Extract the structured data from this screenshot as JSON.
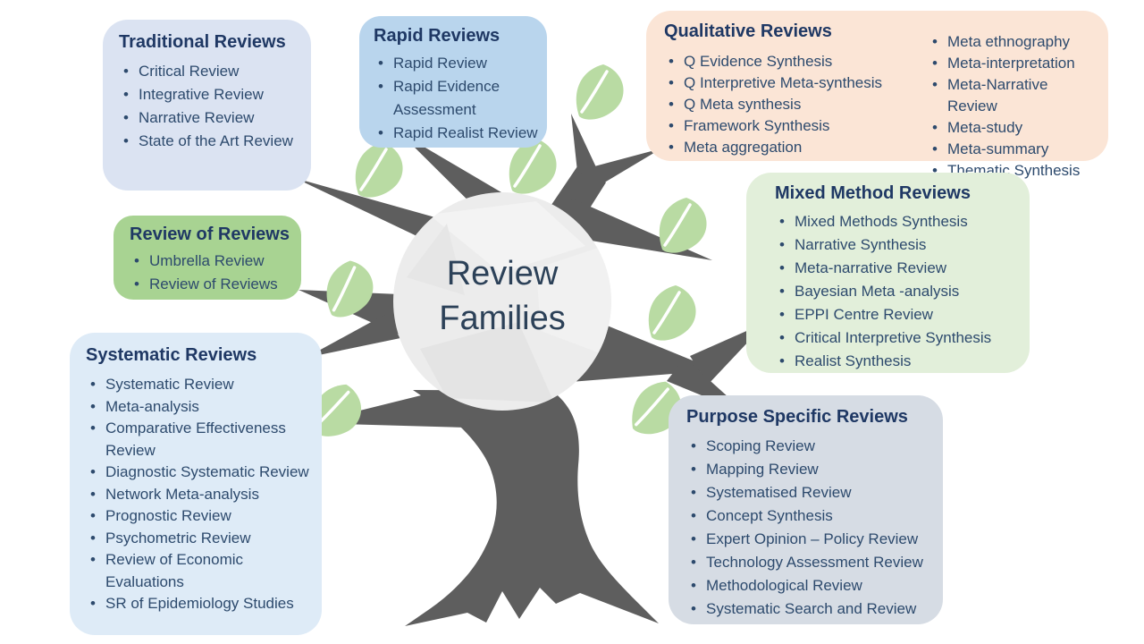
{
  "center": {
    "title": "Review Families"
  },
  "boxes": {
    "traditional": {
      "title": "Traditional Reviews",
      "items": [
        "Critical Review",
        "Integrative Review",
        "Narrative Review",
        "State of the Art Review"
      ]
    },
    "rapid": {
      "title": "Rapid Reviews",
      "items": [
        "Rapid Review",
        "Rapid Evidence Assessment",
        "Rapid Realist Review"
      ]
    },
    "qualitative": {
      "title": "Qualitative Reviews",
      "items_left": [
        "Q Evidence Synthesis",
        "Q Interpretive Meta-synthesis",
        "Q Meta synthesis",
        "Framework Synthesis",
        "Meta aggregation"
      ],
      "items_right": [
        "Meta ethnography",
        "Meta-interpretation",
        "Meta-Narrative Review",
        "Meta-study",
        "Meta-summary",
        "Thematic Synthesis"
      ]
    },
    "review_of_reviews": {
      "title": "Review of Reviews",
      "items": [
        "Umbrella Review",
        "Review of Reviews"
      ]
    },
    "mixed": {
      "title": "Mixed Method Reviews",
      "items": [
        "Mixed Methods Synthesis",
        "Narrative Synthesis",
        "Meta-narrative Review",
        "Bayesian Meta -analysis",
        "EPPI Centre Review",
        "Critical Interpretive Synthesis",
        "Realist Synthesis"
      ]
    },
    "systematic": {
      "title": "Systematic Reviews",
      "items": [
        "Systematic Review",
        "Meta-analysis",
        "Comparative Effectiveness Review",
        "Diagnostic Systematic Review",
        "Network Meta-analysis",
        "Prognostic Review",
        "Psychometric Review",
        "Review of Economic Evaluations",
        "SR of Epidemiology Studies"
      ]
    },
    "purpose": {
      "title": "Purpose Specific Reviews",
      "items": [
        "Scoping Review",
        "Mapping Review",
        "Systematised Review",
        "Concept Synthesis",
        "Expert Opinion – Policy Review",
        "Technology Assessment Review",
        "Methodological Review",
        "Systematic Search and Review"
      ]
    }
  },
  "colors": {
    "traditional_box": "#dbe3f2",
    "rapid_box": "#b9d5ed",
    "qualitative_box": "#fbe5d6",
    "review_of_reviews_box": "#a8d392",
    "mixed_box": "#e2efda",
    "systematic_box": "#deebf7",
    "purpose_box": "#d6dce4",
    "tree_gray": "#5e5e5e",
    "leaf_green": "#b9dba3",
    "center_circle": "#ececec",
    "title_text": "#1f3864",
    "body_text": "#2d4a6d"
  }
}
